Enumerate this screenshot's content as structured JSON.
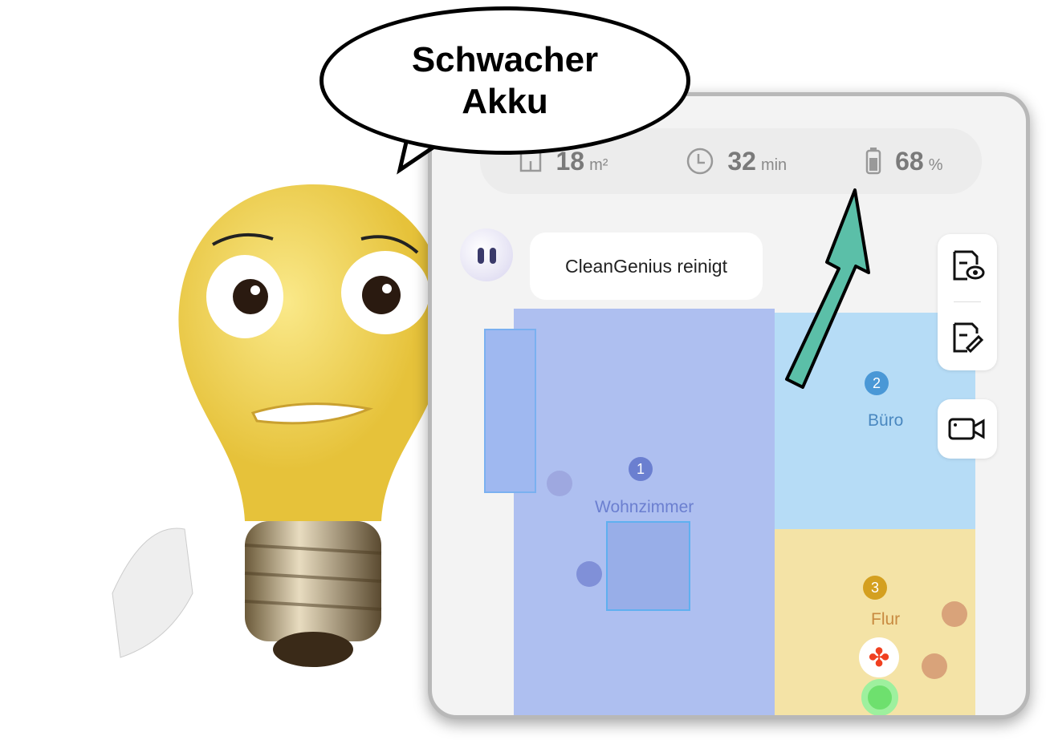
{
  "speech_bubble": {
    "line1": "Schwacher",
    "line2": "Akku"
  },
  "stats": {
    "area": "18",
    "area_unit": "m²",
    "time": "32",
    "time_unit": "min",
    "battery": "68",
    "battery_unit": "%"
  },
  "assistant": {
    "message": "CleanGenius reinigt"
  },
  "rooms": [
    {
      "number": "1",
      "name": "Wohnzimmer",
      "color": "#6b7fd0"
    },
    {
      "number": "2",
      "name": "Büro",
      "color": "#4a98d6"
    },
    {
      "number": "3",
      "name": "Flur",
      "color": "#d4a020"
    }
  ],
  "tools": [
    "map-view-icon",
    "map-edit-icon",
    "video-camera-icon"
  ],
  "colors": {
    "arrow": "#5bbfa8",
    "bulb": "#f0d04a"
  }
}
